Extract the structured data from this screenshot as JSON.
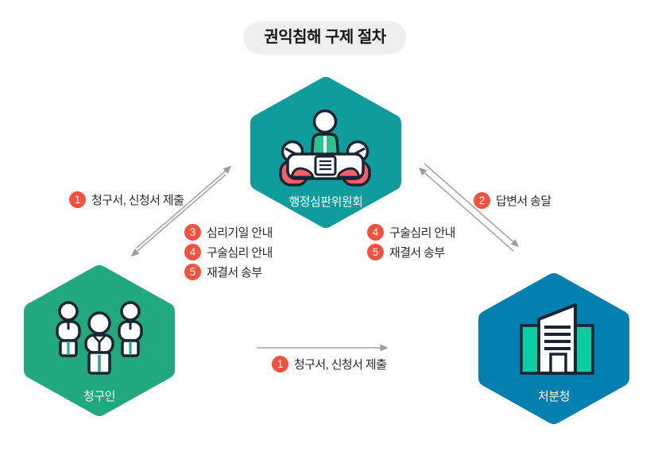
{
  "title": "권익침해 구제 절차",
  "colors": {
    "committee_teal": "#0f9c9c",
    "claimant_green": "#21a87d",
    "agency_blue": "#0480b0",
    "badge_red": "#f4513f",
    "arrow_gray": "#9c9c9c",
    "outline_navy": "#1b2433",
    "person_pink": "#f2606b",
    "person_green": "#2bc28e",
    "building_mint": "#0bcda1",
    "title_pill_bg": "#efefef",
    "label_text": "#2a2a2a"
  },
  "nodes": {
    "committee": {
      "label": "행정심판위원회",
      "icon": "meeting-table-icon"
    },
    "claimant": {
      "label": "청구인",
      "icon": "three-people-icon"
    },
    "agency": {
      "label": "처분청",
      "icon": "government-building-icon"
    }
  },
  "edges": {
    "claimant_to_committee": {
      "items": [
        {
          "num": "1",
          "text": "청구서, 신청서 제출"
        }
      ]
    },
    "committee_to_claimant": {
      "items": [
        {
          "num": "3",
          "text": "심리기일 안내"
        },
        {
          "num": "4",
          "text": "구술심리 안내"
        },
        {
          "num": "5",
          "text": "재결서 송부"
        }
      ]
    },
    "agency_to_committee": {
      "items": [
        {
          "num": "2",
          "text": "답변서 송달"
        }
      ]
    },
    "committee_to_agency": {
      "items": [
        {
          "num": "4",
          "text": "구술심리 안내"
        },
        {
          "num": "5",
          "text": "재결서 송부"
        }
      ]
    },
    "claimant_to_agency": {
      "items": [
        {
          "num": "1",
          "text": "청구서, 신청서 제출"
        }
      ]
    }
  }
}
